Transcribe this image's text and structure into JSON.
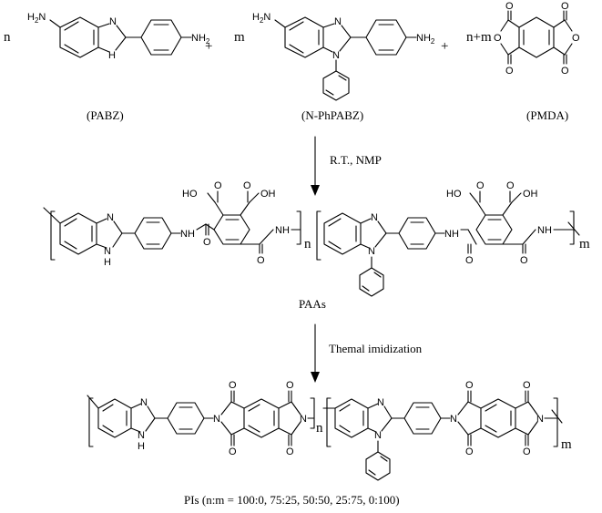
{
  "reactants": {
    "pabz": {
      "coefficient": "n",
      "amine_label": "H2N",
      "amine_label_right": "NH2",
      "nh_label": "H",
      "n_label": "N",
      "label": "(PABZ)"
    },
    "nphpabz": {
      "coefficient": "m",
      "amine_label": "H2N",
      "amine_label_right": "NH2",
      "n_label": "N",
      "label": "(N-PhPABZ)"
    },
    "pmda": {
      "coefficient": "n+m",
      "o_label": "O",
      "label": "(PMDA)"
    },
    "plus_sign": "+"
  },
  "step1": {
    "conditions": "R.T., NMP"
  },
  "paa": {
    "label": "PAAs",
    "nh": "NH",
    "cooh_left": "HO",
    "cooh_right": "OH",
    "o": "O",
    "n_repeat": "n",
    "m_repeat": "m",
    "h": "H",
    "n_atom": "N"
  },
  "step2": {
    "conditions": "Themal imidization"
  },
  "pi": {
    "label": "PIs (n:m = 100:0, 75:25, 50:50, 25:75, 0:100)",
    "o": "O",
    "n_atom": "N",
    "h": "H",
    "n_repeat": "n",
    "m_repeat": "m"
  }
}
